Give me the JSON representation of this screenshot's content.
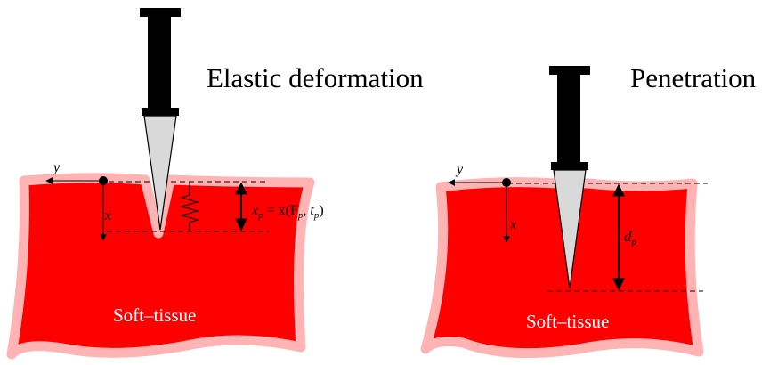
{
  "left_panel": {
    "title": "Elastic deformation",
    "tissue_label": "Soft–tissue",
    "axis_x": "x",
    "axis_y": "y",
    "displacement_label": "x",
    "displacement_sub": "p",
    "displacement_eq": " = x(F",
    "displacement_F_sub": "p",
    "displacement_comma": ", t",
    "displacement_t_sub": "p",
    "displacement_close": ")"
  },
  "right_panel": {
    "title": "Penetration",
    "tissue_label": "Soft–tissue",
    "axis_x": "x",
    "axis_y": "y",
    "depth_label": "d",
    "depth_sub": "p"
  },
  "colors": {
    "tissue_fill": "#ff0000",
    "tissue_outline": "#ffb3b3",
    "tool_body": "#000000",
    "needle_fill": "#d9d9d9"
  }
}
